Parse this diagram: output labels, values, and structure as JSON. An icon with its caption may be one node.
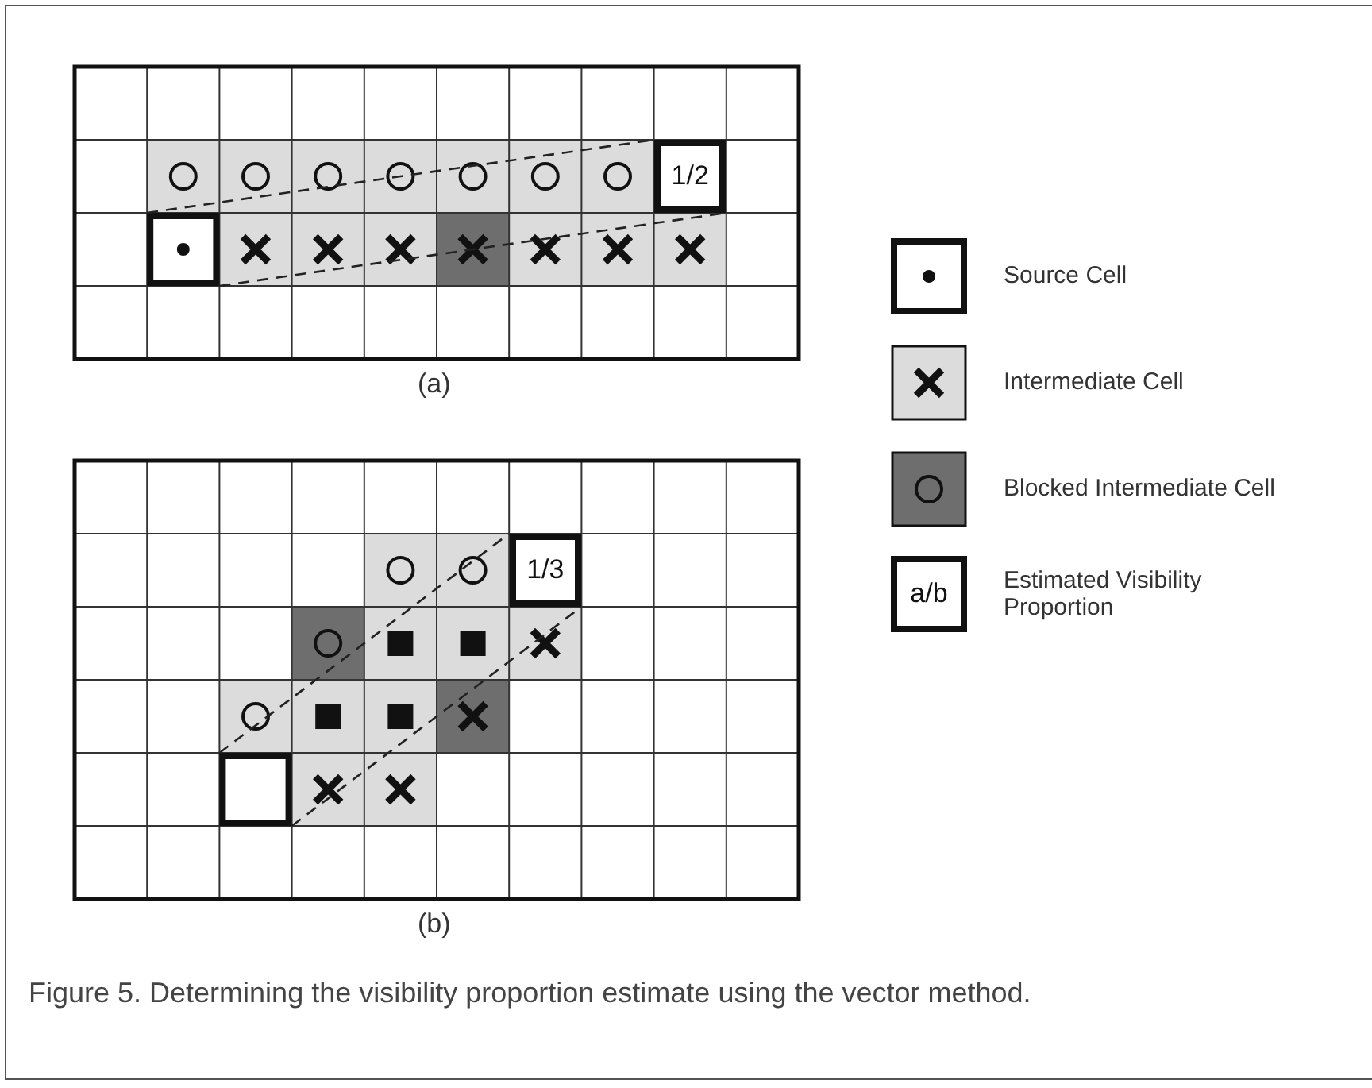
{
  "diagram": {
    "caption": "Figure 5. Determining the visibility proportion estimate using the vector method.",
    "labels": [
      "1/2",
      "(a)",
      "1/3",
      "(b)",
      "a/b"
    ],
    "legend": [
      {
        "text": "Source Cell"
      },
      {
        "text": "Intermediate Cell"
      },
      {
        "text": "Blocked Intermediate Cell"
      },
      {
        "text": "Estimated Visibility Proportion"
      }
    ]
  }
}
